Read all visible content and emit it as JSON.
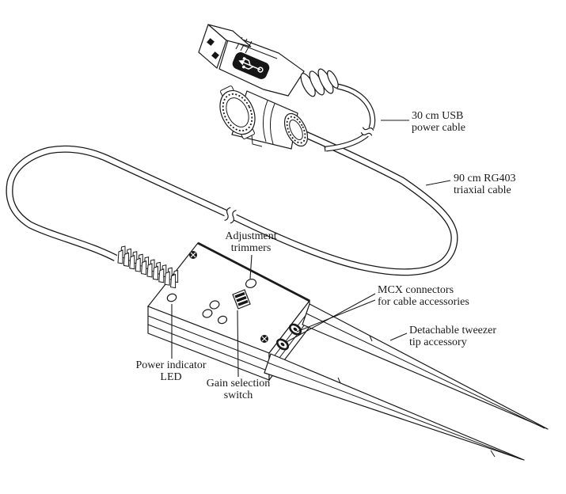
{
  "colors": {
    "line": "#1a1a1a",
    "background": "#ffffff"
  },
  "callouts": {
    "usb_cable": {
      "line1": "30 cm USB",
      "line2": "power cable"
    },
    "triax_cable": {
      "line1": "90 cm RG403",
      "line2": "triaxial cable"
    },
    "trimmers": {
      "line1": "Adjustment",
      "line2": "trimmers"
    },
    "mcx": {
      "line1": "MCX connectors",
      "line2": "for cable accessories"
    },
    "tweezer_tip": {
      "line1": "Detachable tweezer",
      "line2": "tip accessory"
    },
    "led": {
      "line1": "Power indicator",
      "line2": "LED"
    },
    "gain_switch": {
      "line1": "Gain selection",
      "line2": "switch"
    }
  }
}
